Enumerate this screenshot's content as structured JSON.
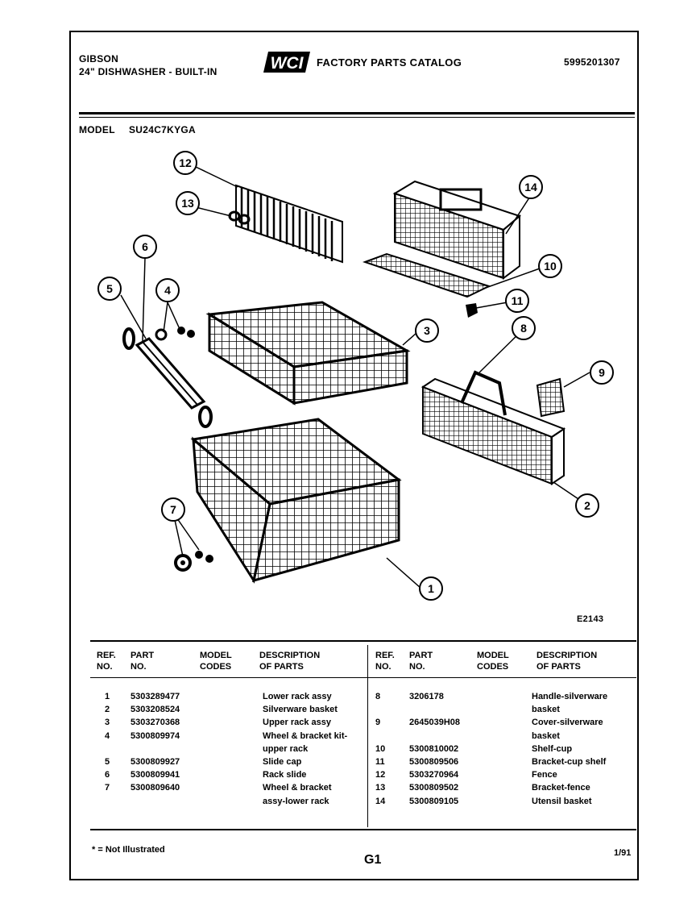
{
  "header": {
    "brand": "GIBSON",
    "product": "24\" DISHWASHER - BUILT-IN",
    "catalog_title": "FACTORY PARTS CATALOG",
    "logo_text": "WCI",
    "catalog_number": "5995201307",
    "model_label": "MODEL",
    "model_value": "SU24C7KYGA"
  },
  "diagram": {
    "figure_id": "E2143",
    "callouts": [
      "1",
      "2",
      "3",
      "4",
      "5",
      "6",
      "7",
      "8",
      "9",
      "10",
      "11",
      "12",
      "13",
      "14"
    ]
  },
  "table": {
    "headers": {
      "ref_no": [
        "REF.",
        "NO."
      ],
      "part_no": [
        "PART",
        "NO."
      ],
      "model_codes": [
        "MODEL",
        "CODES"
      ],
      "description": [
        "DESCRIPTION",
        "OF PARTS"
      ]
    },
    "left_rows": [
      {
        "ref": "1",
        "part": "5303289477",
        "codes": "",
        "desc": "Lower rack assy"
      },
      {
        "ref": "2",
        "part": "5303208524",
        "codes": "",
        "desc": "Silverware basket"
      },
      {
        "ref": "3",
        "part": "5303270368",
        "codes": "",
        "desc": "Upper rack assy"
      },
      {
        "ref": "4",
        "part": "5300809974",
        "codes": "",
        "desc": "Wheel & bracket kit-"
      },
      {
        "ref": "",
        "part": "",
        "codes": "",
        "desc": "upper rack"
      },
      {
        "ref": "5",
        "part": "5300809927",
        "codes": "",
        "desc": "Slide cap"
      },
      {
        "ref": "6",
        "part": "5300809941",
        "codes": "",
        "desc": "Rack slide"
      },
      {
        "ref": "7",
        "part": "5300809640",
        "codes": "",
        "desc": "Wheel & bracket"
      },
      {
        "ref": "",
        "part": "",
        "codes": "",
        "desc": "assy-lower rack"
      }
    ],
    "right_rows": [
      {
        "ref": "8",
        "part": "3206178",
        "codes": "",
        "desc": "Handle-silverware"
      },
      {
        "ref": "",
        "part": "",
        "codes": "",
        "desc": "basket"
      },
      {
        "ref": "9",
        "part": "2645039H08",
        "codes": "",
        "desc": "Cover-silverware"
      },
      {
        "ref": "",
        "part": "",
        "codes": "",
        "desc": "basket"
      },
      {
        "ref": "10",
        "part": "5300810002",
        "codes": "",
        "desc": "Shelf-cup"
      },
      {
        "ref": "11",
        "part": "5300809506",
        "codes": "",
        "desc": "Bracket-cup shelf"
      },
      {
        "ref": "12",
        "part": "5303270964",
        "codes": "",
        "desc": "Fence"
      },
      {
        "ref": "13",
        "part": "5300809502",
        "codes": "",
        "desc": "Bracket-fence"
      },
      {
        "ref": "14",
        "part": "5300809105",
        "codes": "",
        "desc": "Utensil basket"
      }
    ]
  },
  "footer": {
    "note": "* = Not Illustrated",
    "page_code": "G1",
    "date": "1/91"
  }
}
